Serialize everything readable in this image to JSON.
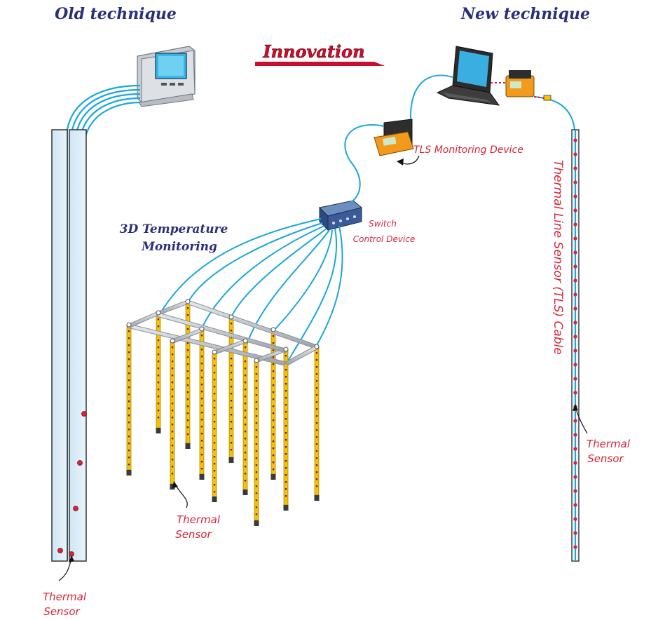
{
  "headers": {
    "old": "Old technique",
    "new": "New technique",
    "innovation": "Innovation"
  },
  "labels": {
    "temperature_monitoring": [
      "3D Temperature",
      "Monitoring"
    ],
    "tls_device": "TLS Monitoring Device",
    "switch_device": [
      "Switch",
      "Control Device"
    ],
    "tls_cable": "Thermal Line Sensor (TLS) Cable",
    "thermal_sensor_left": [
      "Thermal",
      "Sensor"
    ],
    "thermal_sensor_mid": [
      "Thermal",
      "Sensor"
    ],
    "thermal_sensor_right": [
      "Thermal",
      "Sensor"
    ]
  },
  "colors": {
    "heading": "#2a2f7a",
    "annotation": "#d6253a",
    "cable": "#1aa7d9",
    "sensor_rod": "#f5c400",
    "sensor_dot": "#d6253a",
    "frame": "#9aa1a8"
  }
}
